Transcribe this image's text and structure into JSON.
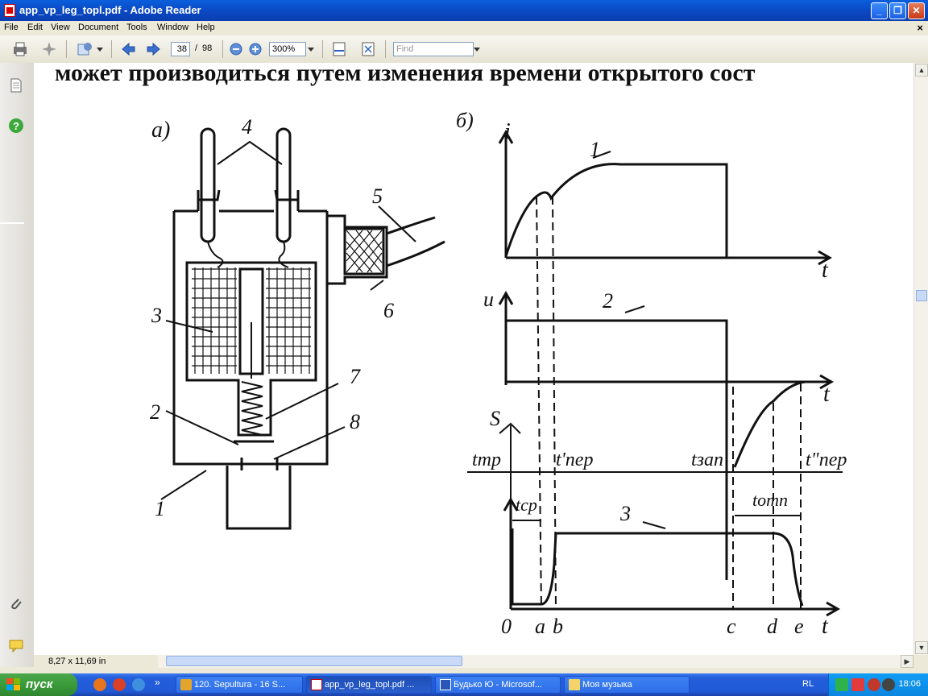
{
  "window": {
    "title": "app_vp_leg_topl.pdf - Adobe Reader",
    "min_label": "_",
    "max_label": "❐",
    "close_label": "✕"
  },
  "menu": {
    "items": [
      "File",
      "Edit",
      "View",
      "Document",
      "Tools",
      "Window",
      "Help"
    ],
    "close_doc": "×"
  },
  "toolbar": {
    "page_current": "38",
    "page_sep": "/",
    "page_total": "98",
    "zoom": "300%",
    "find_placeholder": "Find"
  },
  "document": {
    "top_text": "может производиться путем изменения времени открытого сост",
    "labels": {
      "a": "а)",
      "b": "б)",
      "n1": "1",
      "n2": "2",
      "n3": "3",
      "n4": "4",
      "n5": "5",
      "n6": "6",
      "n7": "7",
      "n8": "8",
      "i": "i",
      "u": "u",
      "S": "S",
      "t": "t",
      "curve1": "1",
      "curve2": "2",
      "curve3": "3",
      "t_tr": "tтр",
      "t_per1": "t'пер",
      "t_zap": "tзап",
      "t_per2": "t\"пер",
      "t_sr": "tср",
      "t_otp": "tотп",
      "x0": "0",
      "xa": "a",
      "xb": "b",
      "xc": "c",
      "xd": "d",
      "xe": "e"
    }
  },
  "status": {
    "page_size": "8,27 x 11,69 in"
  },
  "taskbar": {
    "start_label": "пуск",
    "more": "»",
    "tasks": [
      {
        "label": "120. Sepultura - 16 S...",
        "active": false
      },
      {
        "label": "app_vp_leg_topl.pdf ...",
        "active": true
      },
      {
        "label": "Будько Ю - Microsof...",
        "active": false
      },
      {
        "label": "Моя музыка",
        "active": false
      }
    ],
    "lang": "RL",
    "clock": "18:06"
  },
  "colors": {
    "titlebar": "#0b49c4",
    "taskbar": "#245edb",
    "start": "#3a9a3a",
    "tray": "#0b86e0"
  }
}
